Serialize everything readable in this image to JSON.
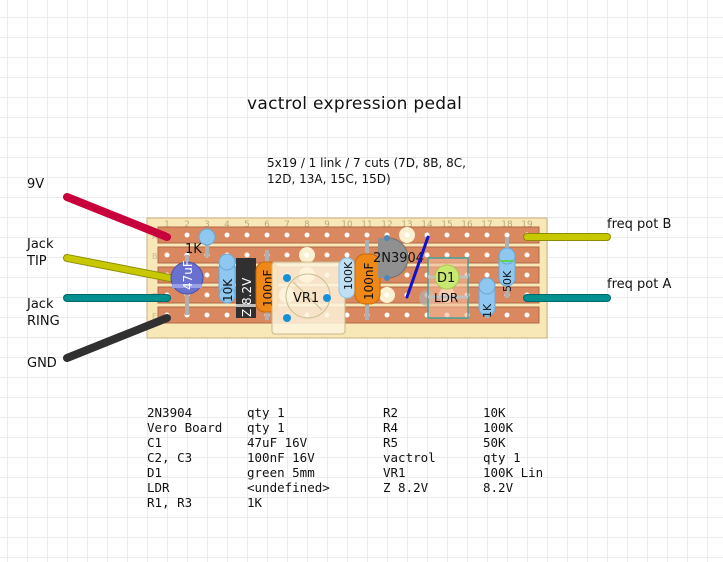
{
  "title": "vactrol expression pedal",
  "subtitle": "5x19 / 1 link / 7 cuts (7D, 8B, 8C, 12D, 13A, 15C, 15D)",
  "board": {
    "columns": [
      "1",
      "2",
      "3",
      "4",
      "5",
      "6",
      "7",
      "8",
      "9",
      "10",
      "11",
      "12",
      "13",
      "14",
      "15",
      "16",
      "17",
      "18",
      "19"
    ],
    "rows": [
      "A",
      "B",
      "C",
      "D",
      "E"
    ],
    "cuts": [
      "7D",
      "8B",
      "8C",
      "12D",
      "13A",
      "15C",
      "15D"
    ]
  },
  "wires": {
    "left": [
      {
        "label": "9V",
        "color": "#c8003c"
      },
      {
        "label": "Jack\nTIP",
        "label_lines": [
          "Jack",
          "TIP"
        ],
        "color": "#c8c800"
      },
      {
        "label_lines": [
          "Jack",
          "RING"
        ],
        "color": "#009090"
      },
      {
        "label": "GND",
        "color": "#303030"
      }
    ],
    "right": [
      {
        "label": "freq pot B",
        "color": "#c8c800"
      },
      {
        "label": "freq pot A",
        "color": "#009090"
      }
    ]
  },
  "components": {
    "r1": "1K",
    "c1": "47uF",
    "r2": "10K",
    "z": "Z 8.2V",
    "c2": "100nF",
    "vr1": "VR1",
    "r4": "100K",
    "c3": "100nF",
    "q1": "2N3904",
    "d1": "D1",
    "ldr": "LDR",
    "r3": "1K",
    "r5": "50K"
  },
  "bom": {
    "col1": [
      [
        "2N3904",
        "qty 1"
      ],
      [
        "Vero Board",
        "qty 1"
      ],
      [
        "C1",
        "47uF 16V"
      ],
      [
        "C2, C3",
        "100nF 16V"
      ],
      [
        "D1",
        "green 5mm"
      ],
      [
        "LDR",
        "<undefined>"
      ],
      [
        "R1, R3",
        "1K"
      ]
    ],
    "col2": [
      [
        "R2",
        "10K"
      ],
      [
        "R4",
        "100K"
      ],
      [
        "R5",
        "50K"
      ],
      [
        "vactrol",
        "qty 1"
      ],
      [
        "VR1",
        "100K Lin"
      ],
      [
        "Z 8.2V",
        "8.2V"
      ]
    ]
  },
  "colors": {
    "board": "#f8e8b8",
    "strip": "#d98860",
    "strip_border": "#b06a48",
    "hole": "#ffffff",
    "resistor": "#8ec8f0",
    "cap_electrolytic": "#6870d0",
    "cap_film": "#f08818",
    "zener": "#303030",
    "transistor": "#909090",
    "link": "#1010d0",
    "led": "#c8e870"
  }
}
